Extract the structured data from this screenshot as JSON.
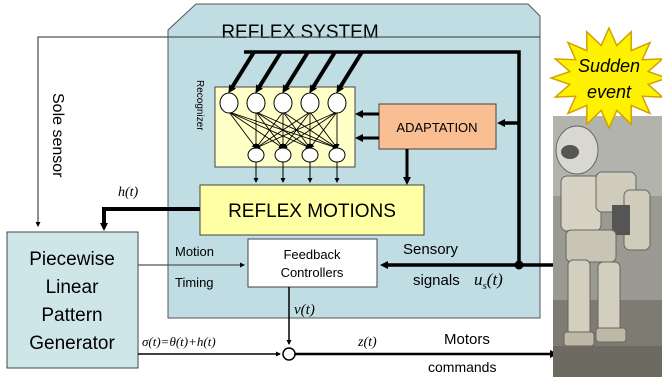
{
  "reflex_system": {
    "title": "REFLEX SYSTEM",
    "recognizer_label": "Recognizer"
  },
  "adaptation": {
    "label": "ADAPTATION",
    "color": "#F9BE91"
  },
  "reflex_motions": {
    "label": "REFLEX MOTIONS",
    "color": "#FFFFA3"
  },
  "feedback": {
    "line1": "Feedback",
    "line2": "Controllers"
  },
  "generator": {
    "lines": [
      "Piecewise",
      "Linear",
      "Pattern",
      "Generator"
    ],
    "color": "#CFE6E8"
  },
  "labels": {
    "sole_sensor": "Sole sensor",
    "h_t": "h(t)",
    "motion": "Motion",
    "timing": "Timing",
    "sensory": "Sensory",
    "signals": "signals",
    "u_s_t": "us(t)",
    "v_t": "v(t)",
    "sigma": "σ(t)=θ(t)+h(t)",
    "z_t": "z(t)",
    "motors": "Motors",
    "commands": "commands"
  },
  "burst": {
    "line1": "Sudden",
    "line2": "event",
    "color": "#FFF200"
  },
  "colors": {
    "panel": "#BFDDE3",
    "arrow": "#000000",
    "line": "#555555"
  }
}
